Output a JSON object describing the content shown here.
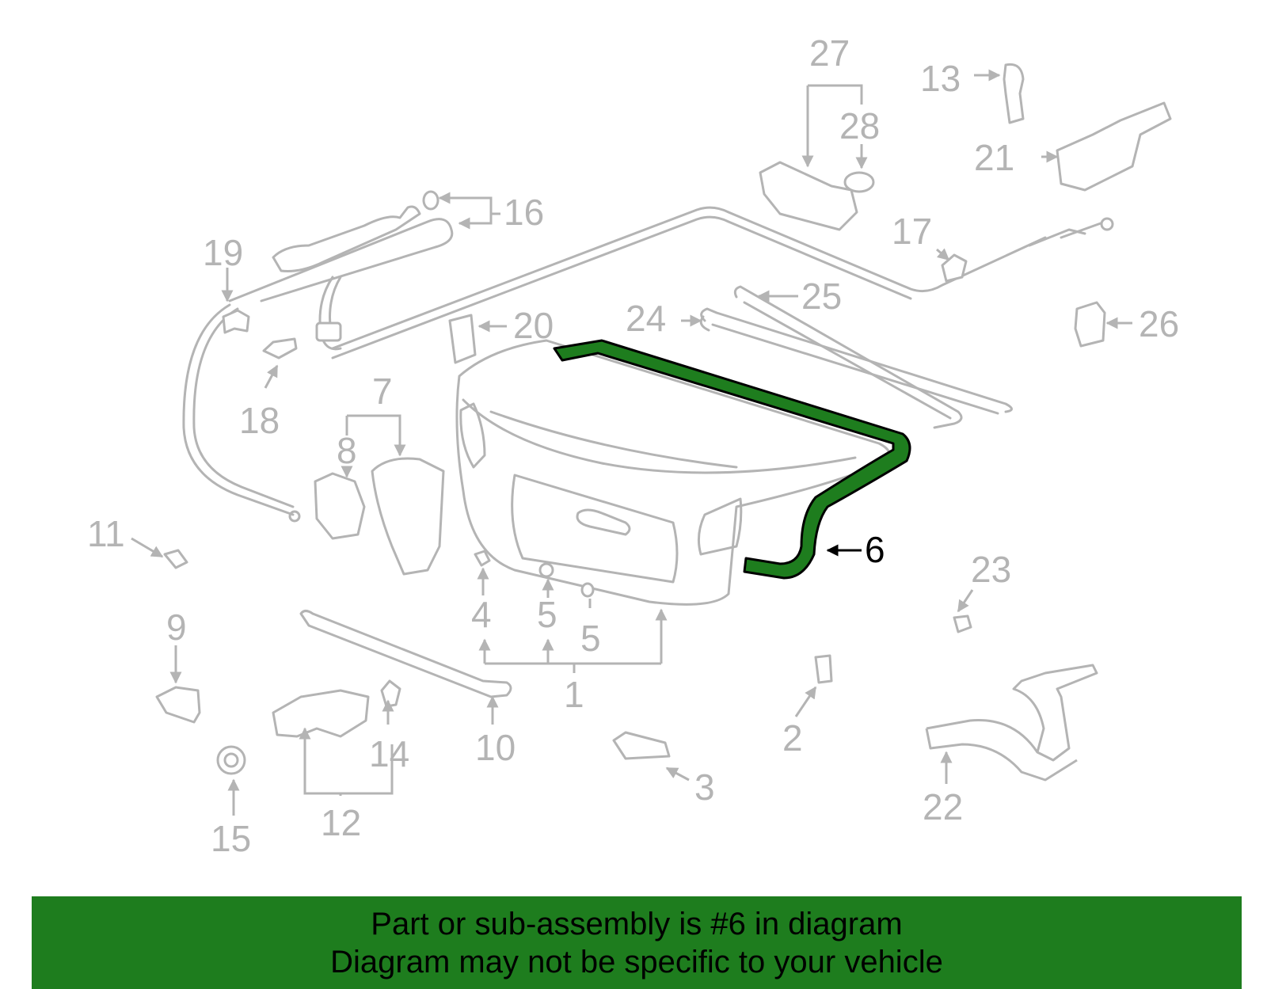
{
  "callouts": [
    "27",
    "13",
    "28",
    "21",
    "16",
    "19",
    "17",
    "25",
    "24",
    "20",
    "26",
    "18",
    "7",
    "8",
    "6",
    "11",
    "23",
    "4",
    "5",
    "5",
    "9",
    "2",
    "1",
    "14",
    "10",
    "3",
    "22",
    "12",
    "15"
  ],
  "highlighted_part": "6",
  "colors": {
    "highlight": "#1e7d1e",
    "banner": "#1e7d1e",
    "parts": "#b4b4b4",
    "text": "#000000"
  },
  "banner": {
    "line1": "Part or sub-assembly is #6 in diagram",
    "line2": "Diagram may not be specific to your vehicle"
  }
}
